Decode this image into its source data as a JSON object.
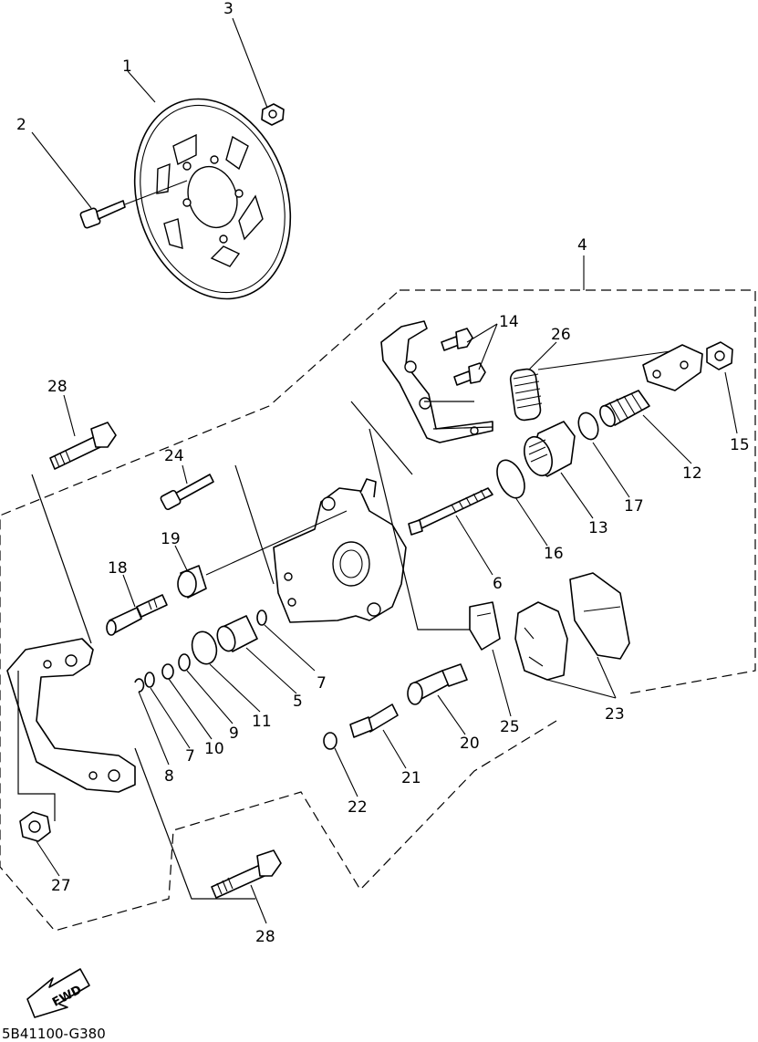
{
  "diagram": {
    "code": "5B41100-G380",
    "fwd_label": "FWD",
    "labels": [
      "1",
      "2",
      "3",
      "4",
      "5",
      "6",
      "7",
      "7",
      "8",
      "9",
      "10",
      "11",
      "12",
      "13",
      "14",
      "15",
      "16",
      "17",
      "18",
      "19",
      "20",
      "21",
      "22",
      "23",
      "24",
      "25",
      "26",
      "27",
      "28",
      "28"
    ]
  }
}
